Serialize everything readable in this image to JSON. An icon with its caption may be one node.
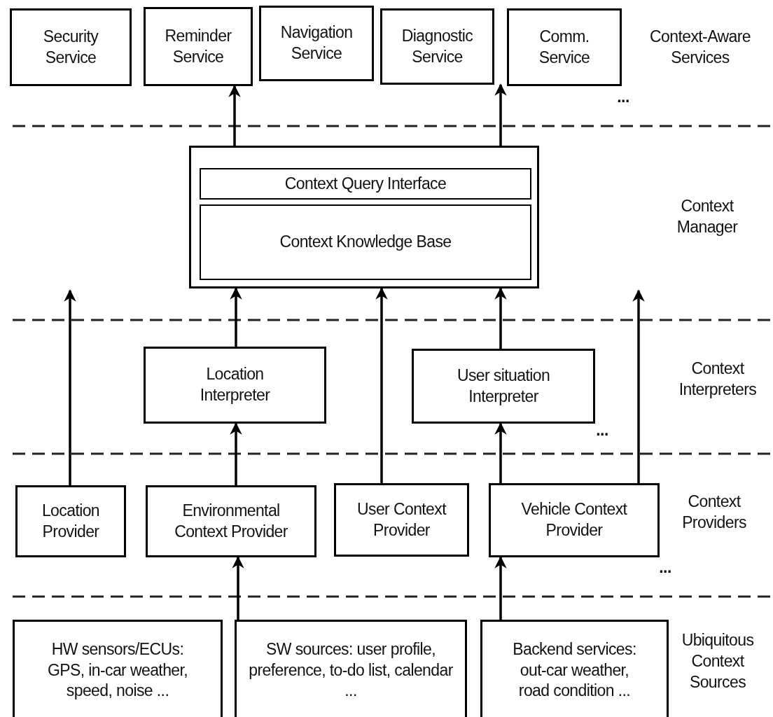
{
  "diagram": {
    "nodes": [
      {
        "text": [
          "Security Service"
        ]
      },
      {
        "text": [
          "Reminder Service"
        ]
      },
      {
        "text": [
          "Navigation Service"
        ]
      },
      {
        "text": [
          "Diagnostic Service"
        ]
      },
      {
        "text": [
          "Comm. Service"
        ]
      },
      {
        "text": [],
        "shape": "box"
      },
      {
        "text": [
          "Context Query Interface"
        ],
        "in": 5
      },
      {
        "text": [
          "Context Knowledge  Base"
        ],
        "in": 5
      },
      {
        "text": [
          "Location Interpreter"
        ]
      },
      {
        "text": [
          "User situation Interpreter"
        ]
      },
      {
        "text": [
          "Location Provider"
        ]
      },
      {
        "text": [
          "Environmental Context Provider"
        ]
      },
      {
        "text": [
          "User Context Provider"
        ]
      },
      {
        "text": [
          "Vehicle Context Provider"
        ]
      },
      {
        "text": [
          "HW sensors/ECUs: GPS, in-car weather, speed, noise ..."
        ]
      },
      {
        "text": [
          "SW sources: user profile, preference, to-do list, calendar ..."
        ]
      },
      {
        "text": [
          "Backend services: out-car weather, road condition ..."
        ]
      }
    ],
    "edges": [
      {
        "from": 5,
        "to": 1,
        "arrow": "to"
      },
      {
        "from": 5,
        "to": 3,
        "arrow": "to"
      },
      {
        "from": 10,
        "to": null,
        "arrow": "to"
      },
      {
        "from": 8,
        "to": 5,
        "arrow": "to"
      },
      {
        "from": 12,
        "to": 5,
        "arrow": "to"
      },
      {
        "from": 9,
        "to": 5,
        "arrow": "to"
      },
      {
        "from": 13,
        "to": null,
        "arrow": "to"
      },
      {
        "from": 11,
        "to": 8,
        "arrow": "to"
      },
      {
        "from": 13,
        "to": 9,
        "arrow": "to"
      },
      {
        "from": 15,
        "to": 11,
        "arrow": "to"
      },
      {
        "from": 16,
        "to": 13,
        "arrow": "to"
      }
    ],
    "labels": [
      "Context-Aware Services",
      "...",
      "Context Manager",
      "Context Interpreters",
      "...",
      "Context Providers",
      "...",
      "Ubiquitous Context Sources"
    ]
  }
}
